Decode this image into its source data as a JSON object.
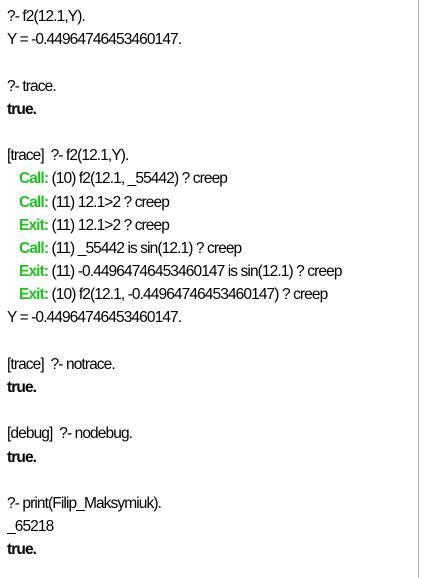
{
  "console": {
    "blocks": [
      {
        "lines": [
          "?- f2(12.1,Y).",
          "Y = -0.44964746453460147."
        ]
      },
      {
        "query": "?- trace.",
        "result": "true."
      },
      {
        "query": "[trace]  ?- f2(12.1,Y).",
        "trace": [
          {
            "port": "Call:",
            "text": " (10) f2(12.1, _55442) ? creep"
          },
          {
            "port": "Call:",
            "text": " (11) 12.1>2 ? creep"
          },
          {
            "port": "Exit:",
            "text": " (11) 12.1>2 ? creep"
          },
          {
            "port": "Call:",
            "text": " (11) _55442 is sin(12.1) ? creep"
          },
          {
            "port": "Exit:",
            "text": " (11) -0.44964746453460147 is sin(12.1) ? creep"
          },
          {
            "port": "Exit:",
            "text": " (10) f2(12.1, -0.44964746453460147) ? creep"
          }
        ],
        "answer": "Y = -0.44964746453460147."
      },
      {
        "query": "[trace]  ?- notrace.",
        "result": "true."
      },
      {
        "query": "[debug]  ?- nodebug.",
        "result": "true."
      },
      {
        "query": "?- print(Filip_Maksymiuk).",
        "output": "_65218",
        "result": "true."
      }
    ],
    "colors": {
      "port": "#1ec41e",
      "text": "#000000",
      "background": "#ffffff"
    }
  }
}
